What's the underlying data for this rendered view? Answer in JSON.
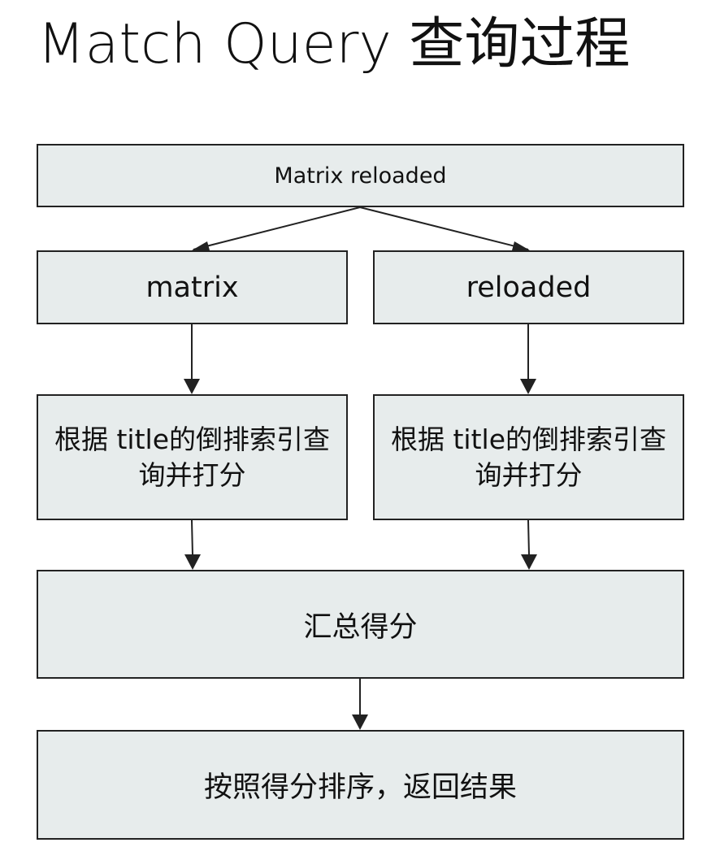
{
  "title": "Match Query 查询过程",
  "nodes": {
    "query": "Matrix reloaded",
    "term_left": "matrix",
    "term_right": "reloaded",
    "score_left": "根据 title的倒排索引查询并打分",
    "score_right": "根据 title的倒排索引查询并打分",
    "sum": "汇总得分",
    "sort": "按照得分排序，返回结果"
  },
  "colors": {
    "box_fill": "#e7ecec",
    "box_border": "#222222",
    "arrow": "#222222"
  }
}
